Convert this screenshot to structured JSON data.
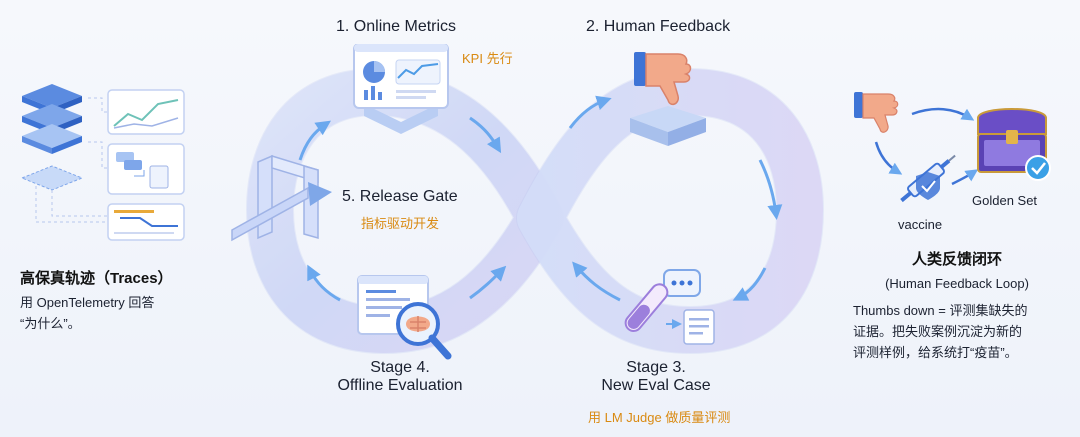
{
  "stages": {
    "s1": {
      "title": "1. Online Metrics",
      "note": "KPI 先行"
    },
    "s2": {
      "title": "2. Human Feedback"
    },
    "s3": {
      "title_line1": "Stage 3.",
      "title_line2": "New Eval Case",
      "note": "用 LM Judge 做质量评测"
    },
    "s4": {
      "title_line1": "Stage 4.",
      "title_line2": "Offline Evaluation"
    },
    "s5": {
      "title": "5. Release Gate",
      "note": "指标驱动开发"
    }
  },
  "left_panel": {
    "title": "高保真轨迹（Traces）",
    "body_line1": "用 OpenTelemetry 回答",
    "body_line2": "“为什么”。"
  },
  "right_panel": {
    "vaccine_label": "vaccine",
    "golden_label": "Golden Set",
    "title": "人类反馈闭环",
    "subtitle": "(Human Feedback Loop)",
    "body_line1": "Thumbs down = 评测集缺失的",
    "body_line2": "证据。把失败案例沉淀为新的",
    "body_line3": "评测样例，给系统打“疫苗”。"
  },
  "colors": {
    "loop_fill": "#dfe6fb",
    "loop_edge": "#aab8ea",
    "arrow": "#6aa8ee",
    "accent_orange": "#d98a12",
    "thumb": "#f2a98a",
    "cuff": "#3e74d6"
  }
}
